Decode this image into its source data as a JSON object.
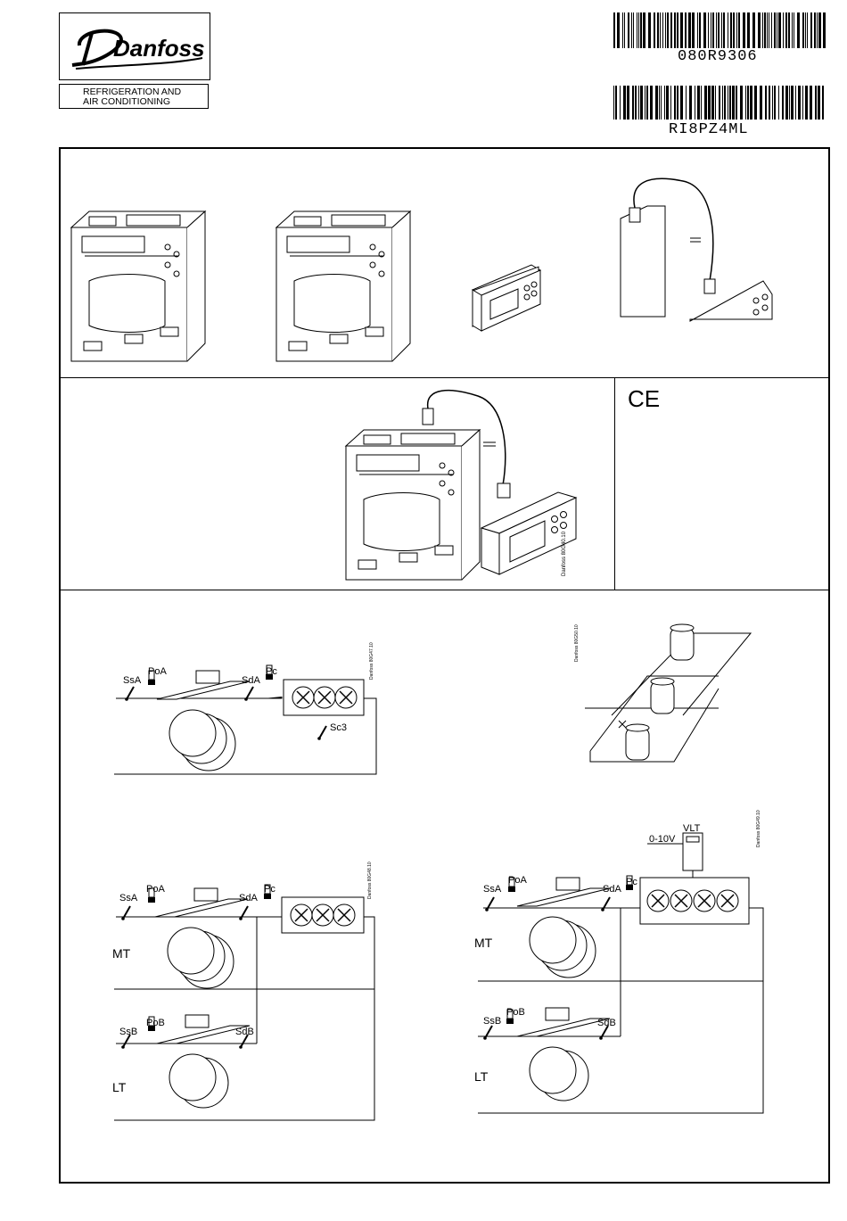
{
  "header": {
    "brand_logo_text": "Danfoss",
    "division_line1": "REFRIGERATION AND",
    "division_line2": "AIR CONDITIONING",
    "barcode1_text": "080R9306",
    "barcode2_text": "RI8PZ4ML"
  },
  "certification": {
    "ce_mark": "CE"
  },
  "drawing_codes": {
    "wiring": "Danfoss\n80G40.10",
    "diagram_top_left": "Danfoss\n80G47.10",
    "diagram_top_right": "Danfoss\n80G50.10",
    "diagram_bottom_left": "Danfoss\n80G48.10",
    "diagram_bottom_right": "Danfoss\n80G49.10"
  },
  "diagram1": {
    "ssA": "SsA",
    "poA": "PoA",
    "sdA": "SdA",
    "pc": "Pc",
    "sc3": "Sc3"
  },
  "diagram3": {
    "ssA": "SsA",
    "poA": "PoA",
    "sdA": "SdA",
    "pc": "Pc",
    "ssB": "SsB",
    "poB": "PoB",
    "sdB": "SdB",
    "mt": "MT",
    "lt": "LT"
  },
  "diagram4": {
    "ssA": "SsA",
    "poA": "PoA",
    "sdA": "SdA",
    "pc": "Pc",
    "ssB": "SsB",
    "poB": "PoB",
    "sdB": "SdB",
    "mt": "MT",
    "lt": "LT",
    "vlt": "VLT",
    "voltage": "0-10V"
  }
}
